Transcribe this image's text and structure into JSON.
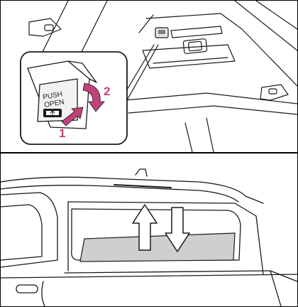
{
  "colors": {
    "line": "#1a1a1a",
    "accent": "#c2417a",
    "window_fill": "#cfcfcf",
    "white": "#ffffff"
  },
  "top_panel": {
    "step1_label": "1",
    "step2_label": "2",
    "button_label_line1": "PUSH",
    "button_label_line2": "OPEN",
    "icons": [
      "rear-window-icon",
      "press-arrow-icon",
      "rotate-arrow-icon"
    ]
  },
  "bottom_panel": {
    "icons": [
      "up-arrow-icon",
      "down-arrow-icon"
    ]
  }
}
